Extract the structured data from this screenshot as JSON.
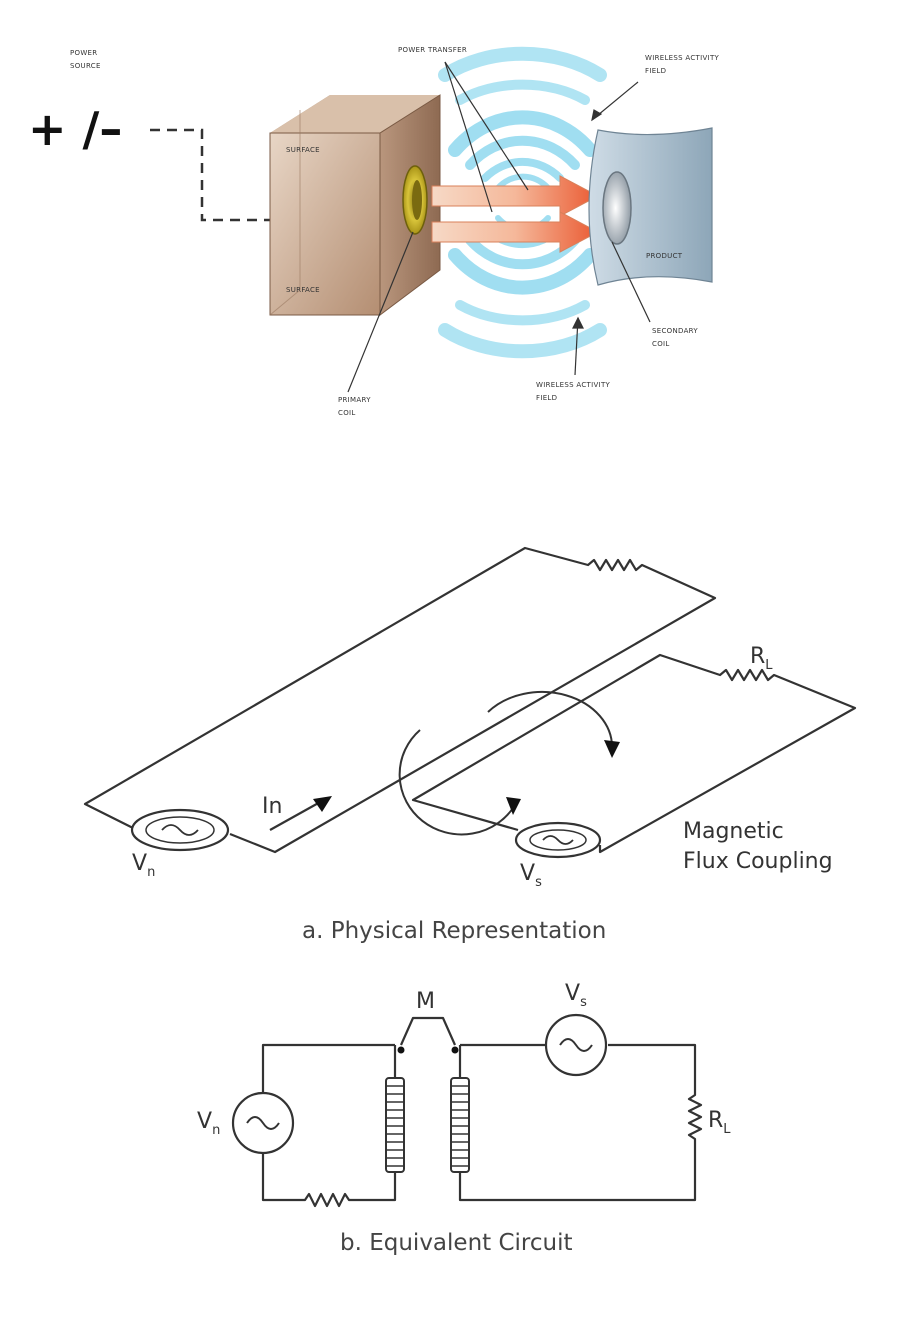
{
  "wireless": {
    "power_source_label": "POWER\nSOURCE",
    "polarity": "+ /–",
    "power_transfer_label": "POWER TRANSFER",
    "field_top_label": "WIRELESS ACTIVITY\nFIELD",
    "field_bottom_label": "WIRELESS ACTIVITY\nFIELD",
    "primary_coil_label": "PRIMARY\nCOIL",
    "secondary_coil_label": "SECONDARY\nCOIL",
    "charger_face_top": "SURFACE",
    "charger_face_bottom": "SURFACE",
    "product_label": "PRODUCT"
  },
  "physical": {
    "current_label": "In",
    "source_label": "V",
    "source_sub": "n",
    "victim_label": "V",
    "victim_sub": "s",
    "load_label": "R",
    "load_sub": "L",
    "coupling_line1": "Magnetic",
    "coupling_line2": "Flux Coupling",
    "caption": "a. Physical Representation"
  },
  "equivalent": {
    "mutual_label": "M",
    "source_label": "V",
    "source_sub": "n",
    "victim_label": "V",
    "victim_sub": "s",
    "load_label": "R",
    "load_sub": "L",
    "caption": "b. Equivalent Circuit"
  },
  "colors": {
    "charger_body": "#c8a98f",
    "field_waves": "#8fd8ee",
    "arrows": "#f07a4e",
    "product_body": "#a9bfd0",
    "coil_gold": "#c9b32e"
  }
}
